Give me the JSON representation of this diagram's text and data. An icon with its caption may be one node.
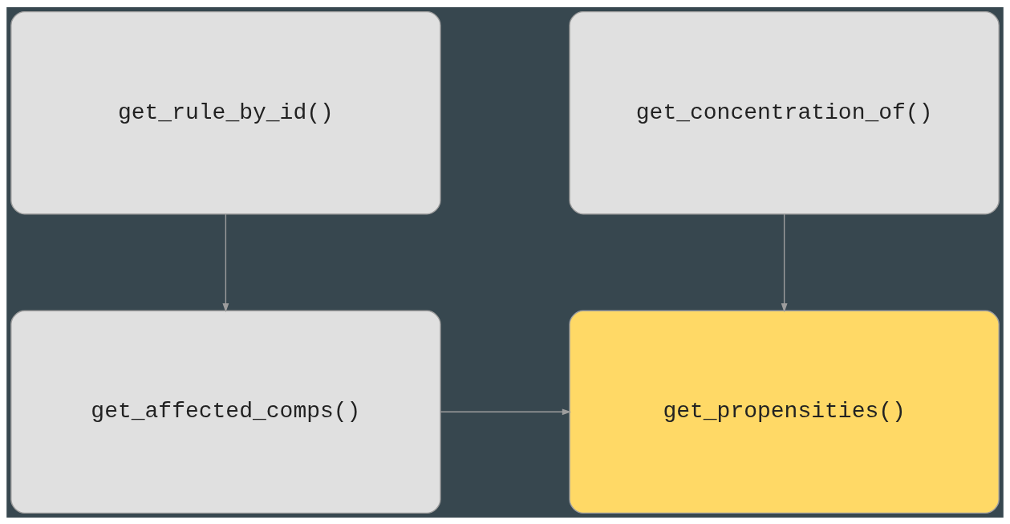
{
  "diagram": {
    "nodes": [
      {
        "text": [
          "get_rule_by_id()"
        ]
      },
      {
        "text": [
          "get_concentration_of()"
        ]
      },
      {
        "text": [
          "get_affected_comps()"
        ]
      },
      {
        "text": [
          "get_propensities()"
        ]
      }
    ],
    "edges": [
      {
        "from": 0,
        "to": 2,
        "arrow": "to"
      },
      {
        "from": 1,
        "to": 3,
        "arrow": "to"
      },
      {
        "from": 2,
        "to": 3,
        "arrow": "to"
      }
    ]
  }
}
